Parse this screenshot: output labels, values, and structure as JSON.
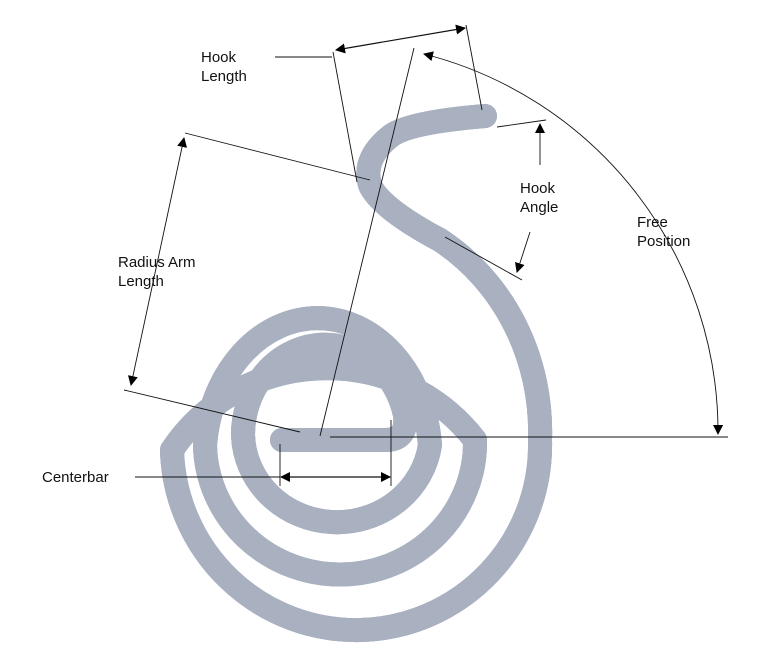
{
  "labels": {
    "hook_length": [
      "Hook",
      "Length"
    ],
    "radius_arm_length": [
      "Radius Arm",
      "Length"
    ],
    "hook_angle": [
      "Hook",
      "Angle"
    ],
    "free_position": [
      "Free",
      "Position"
    ],
    "centerbar": "Centerbar"
  },
  "colors": {
    "spring": "#c3c9d4",
    "spring_highlight": "#eceef2",
    "line": "#111111"
  }
}
